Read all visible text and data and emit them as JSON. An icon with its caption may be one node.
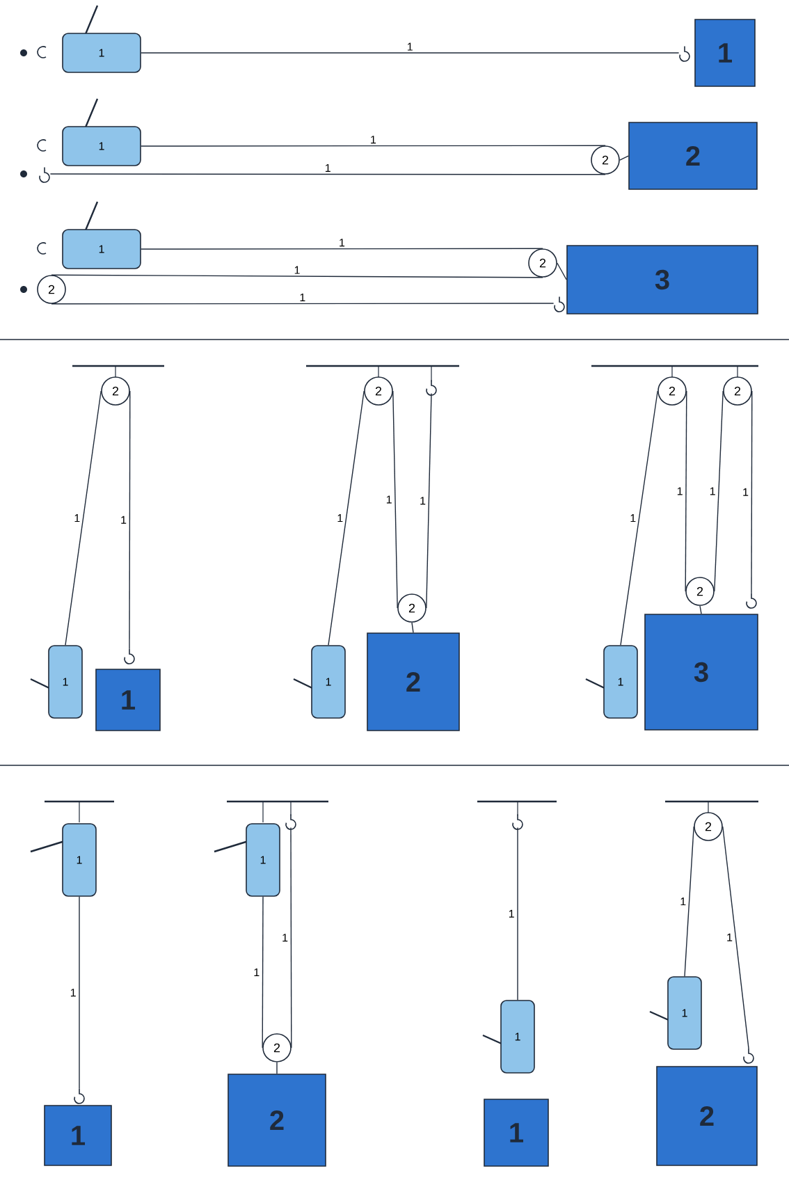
{
  "diagram": {
    "nodes": [
      {
        "text": [
          "1"
        ]
      },
      {
        "text": [],
        "shape": "hook"
      },
      {
        "text": [
          "1"
        ]
      },
      {
        "text": [
          "1"
        ]
      },
      {
        "text": [],
        "shape": "hook"
      },
      {
        "text": [
          "2"
        ]
      },
      {
        "text": [
          "2"
        ]
      },
      {
        "text": [
          "1"
        ]
      },
      {
        "text": [
          "2"
        ]
      },
      {
        "text": [
          "2"
        ]
      },
      {
        "text": [],
        "shape": "hook"
      },
      {
        "text": [
          "3"
        ]
      },
      {
        "text": [
          "2"
        ]
      },
      {
        "text": [
          "1"
        ]
      },
      {
        "text": [],
        "shape": "hook"
      },
      {
        "text": [
          "1"
        ]
      },
      {
        "text": [
          "2"
        ]
      },
      {
        "text": [],
        "shape": "hook"
      },
      {
        "text": [
          "2"
        ]
      },
      {
        "text": [
          "1"
        ]
      },
      {
        "text": [
          "2"
        ]
      },
      {
        "text": [
          "2"
        ]
      },
      {
        "text": [
          "2"
        ]
      },
      {
        "text": [
          "2"
        ]
      },
      {
        "text": [],
        "shape": "hook"
      },
      {
        "text": [
          "1"
        ]
      },
      {
        "text": [
          "3"
        ]
      },
      {
        "text": [
          "1"
        ]
      },
      {
        "text": [],
        "shape": "hook"
      },
      {
        "text": [
          "1"
        ]
      },
      {
        "text": [
          "1"
        ]
      },
      {
        "text": [],
        "shape": "hook"
      },
      {
        "text": [
          "2"
        ]
      },
      {
        "text": [
          "2"
        ]
      },
      {
        "text": [],
        "shape": "hook"
      },
      {
        "text": [
          "1"
        ]
      },
      {
        "text": [
          "1"
        ]
      },
      {
        "text": [
          "2"
        ]
      },
      {
        "text": [
          "1"
        ]
      },
      {
        "text": [],
        "shape": "hook"
      },
      {
        "text": [
          "2"
        ]
      }
    ],
    "edges": [
      {
        "from": 0,
        "to": 1,
        "arrow": "none",
        "label": "1"
      },
      {
        "from": 3,
        "to": 5,
        "arrow": "none",
        "label": "1"
      },
      {
        "from": 4,
        "to": 5,
        "arrow": "none",
        "label": "1"
      },
      {
        "from": 5,
        "to": 6,
        "arrow": "none"
      },
      {
        "from": 7,
        "to": 8,
        "arrow": "none",
        "label": "1"
      },
      {
        "from": 9,
        "to": 8,
        "arrow": "none",
        "label": "1"
      },
      {
        "from": 9,
        "to": 10,
        "arrow": "none",
        "label": "1"
      },
      {
        "from": 8,
        "to": 11,
        "arrow": "none"
      },
      {
        "from": 12,
        "to": 13,
        "arrow": "none",
        "label": "1"
      },
      {
        "from": 12,
        "to": 14,
        "arrow": "none",
        "label": "1"
      },
      {
        "from": 16,
        "to": 19,
        "arrow": "none",
        "label": "1"
      },
      {
        "from": 16,
        "to": 18,
        "arrow": "none",
        "label": "1"
      },
      {
        "from": 17,
        "to": 18,
        "arrow": "none",
        "label": "1"
      },
      {
        "from": 18,
        "to": 20,
        "arrow": "none"
      },
      {
        "from": 21,
        "to": 25,
        "arrow": "none",
        "label": "1"
      },
      {
        "from": 21,
        "to": 23,
        "arrow": "none",
        "label": "1"
      },
      {
        "from": 22,
        "to": 23,
        "arrow": "none",
        "label": "1"
      },
      {
        "from": 22,
        "to": 24,
        "arrow": "none",
        "label": "1"
      },
      {
        "from": 23,
        "to": 26,
        "arrow": "none"
      },
      {
        "from": 27,
        "to": 28,
        "arrow": "none",
        "label": "1"
      },
      {
        "from": 30,
        "to": 32,
        "arrow": "none",
        "label": "1"
      },
      {
        "from": 31,
        "to": 32,
        "arrow": "none",
        "label": "1"
      },
      {
        "from": 32,
        "to": 33,
        "arrow": "none"
      },
      {
        "from": 34,
        "to": 35,
        "arrow": "none",
        "label": "1"
      },
      {
        "from": 37,
        "to": 38,
        "arrow": "none",
        "label": "1"
      },
      {
        "from": 37,
        "to": 39,
        "arrow": "none",
        "label": "1"
      }
    ]
  }
}
